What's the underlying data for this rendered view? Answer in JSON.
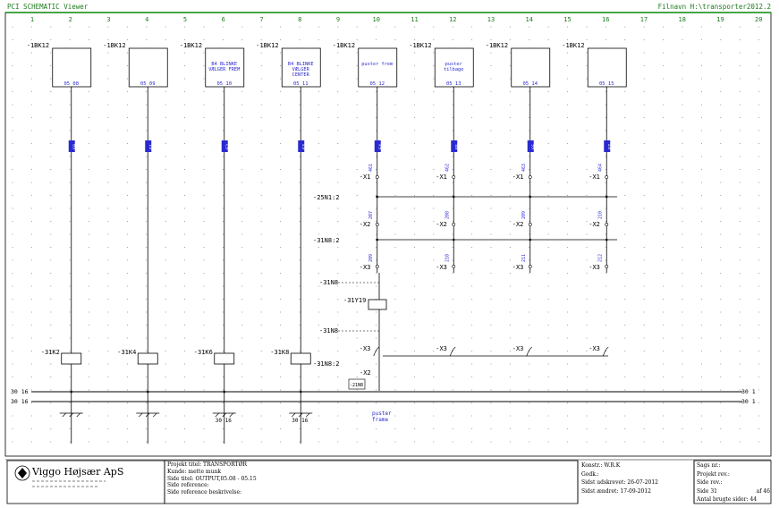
{
  "header": {
    "left": "PCI SCHEMATIC Viewer",
    "right": "Filnavn  H:\\transporter2012.2"
  },
  "columns": [
    "1",
    "2",
    "3",
    "4",
    "5",
    "6",
    "7",
    "8",
    "9",
    "10",
    "11",
    "12",
    "13",
    "14",
    "15",
    "16",
    "17",
    "18",
    "19",
    "20"
  ],
  "modules": [
    {
      "tag": "-1BK12",
      "label": "",
      "addr": "05  08",
      "wire": "60"
    },
    {
      "tag": "-1BK12",
      "label": "",
      "addr": "05  09",
      "wire": "61"
    },
    {
      "tag": "-1BK12",
      "label": "B4 BLINKE VÆLGER FREM",
      "addr": "05  10",
      "wire": "62"
    },
    {
      "tag": "-1BK12",
      "label": "B4 BLINKE VÆLGER CENTER",
      "addr": "05  11",
      "wire": "63"
    },
    {
      "tag": "-1BK12",
      "label": "puster frem",
      "addr": "05  12",
      "wire": "64"
    },
    {
      "tag": "-1BK12",
      "label": "puster tilbage",
      "addr": "05  13",
      "wire": "65"
    },
    {
      "tag": "-1BK12",
      "label": "",
      "addr": "05  14",
      "wire": "66"
    },
    {
      "tag": "-1BK12",
      "label": "",
      "addr": "05  15",
      "wire": "67"
    }
  ],
  "circuit": {
    "x1": [
      "-X1",
      "-X1",
      "-X1",
      "-X1"
    ],
    "x1_nums": [
      "461",
      "462",
      "463",
      "464"
    ],
    "bus1": "-25N1:2",
    "x2": [
      "-X2",
      "-X2",
      "-X2",
      "-X2"
    ],
    "x2_nums": [
      "207",
      "208",
      "209",
      "210"
    ],
    "bus2": "-31N8:2",
    "x3": [
      "-X3",
      "-X3",
      "-X3",
      "-X3"
    ],
    "x3_nums": [
      "209",
      "210",
      "211",
      "212"
    ],
    "n8a": "-31N8",
    "coil": "-31Y19",
    "n8b": "-31N8",
    "x3b": [
      "-X3",
      "-X3",
      "-X3",
      "-X3"
    ],
    "bus3": "-31N8:2",
    "x2b": "-X2",
    "ref": "-21N8"
  },
  "relays": [
    "-31K2",
    "-31K4",
    "-31K6",
    "-31K8"
  ],
  "rails": {
    "top_left": "30  16",
    "top_right": "30  1",
    "bot_left": "30  16",
    "bot_right": "30  1"
  },
  "bottom_refs": [
    "",
    "",
    "30 16",
    "30 16"
  ],
  "bottom_label": "puster frame",
  "titleblock": {
    "company": "Viggo Højsær ApS",
    "project": "Projekt titel: TRANSPORTØR",
    "customer": "Kunde:  mette munk",
    "page_title": "Side titel: OUTPUT,05.08 - 05.15",
    "page_ref": "Side reference:",
    "page_ref_desc": "Side reference beskrivelse:",
    "constructor": "Konstr.: W.R.K",
    "approved": "Godk.:",
    "printed": "Sidst udskrevet: 26-07-2012",
    "changed": "Sidst ændret: 17-09-2012",
    "case_no": "Sags nr.:",
    "project_rev": "Projekt rev.:",
    "page_rev": "Side rev.:",
    "page": "Side  31",
    "of": "af  46",
    "used_pages": "Antal brugte sider:  44"
  }
}
